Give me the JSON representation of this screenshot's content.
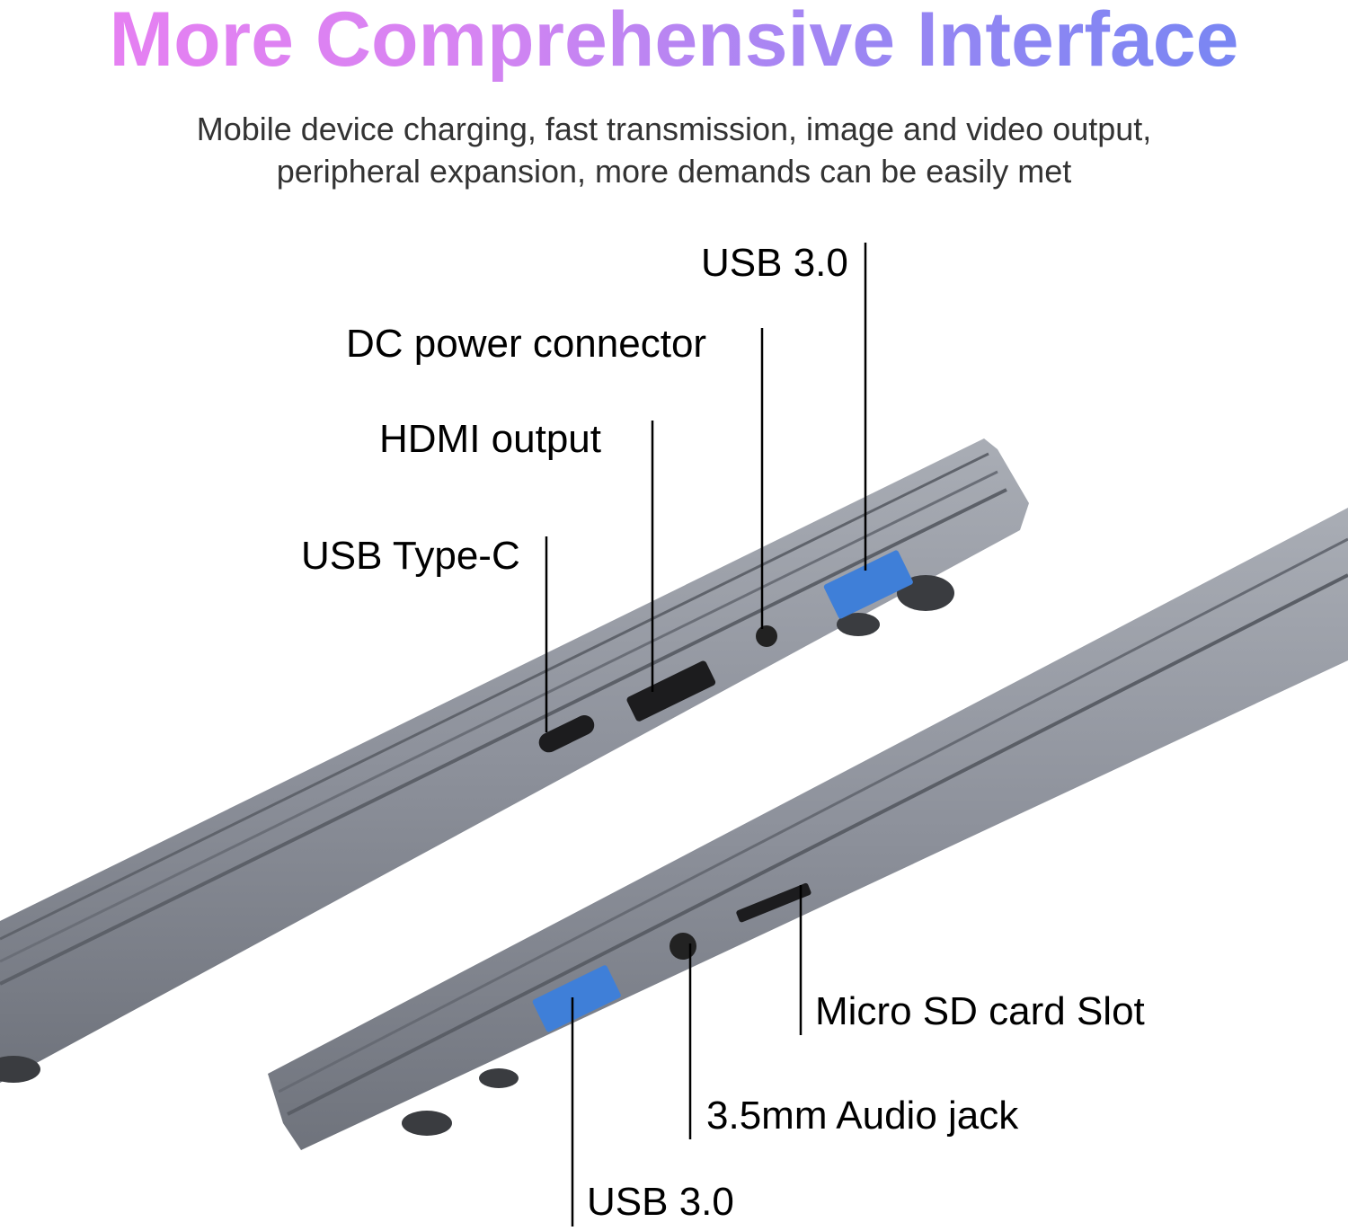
{
  "title": "More Comprehensive Interface",
  "subtitle": {
    "line1": "Mobile device charging, fast transmission, image and video output,",
    "line2": "peripheral expansion, more demands can be easily met"
  },
  "labels": {
    "usb30_top": "USB 3.0",
    "dc_power": "DC power connector",
    "hdmi": "HDMI output",
    "usb_c": "USB Type-C",
    "micro_sd": "Micro SD card Slot",
    "audio": "3.5mm Audio jack",
    "usb30_bottom": "USB 3.0"
  },
  "colors": {
    "body": "#8a8f99",
    "usb_blue": "#3f7fd8",
    "accent_pink": "#ea7ff2",
    "accent_blue": "#6f86f3"
  }
}
